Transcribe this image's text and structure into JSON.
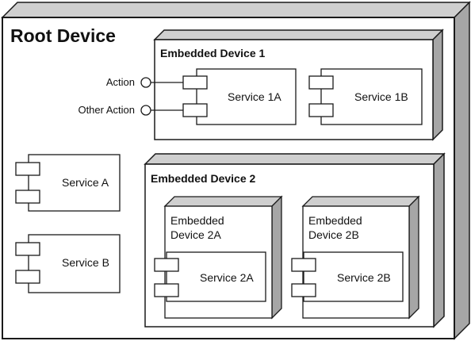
{
  "root_device": {
    "label": "Root Device"
  },
  "embedded_device_1": {
    "label": "Embedded Device 1",
    "services": {
      "service_1a": "Service 1A",
      "service_1b": "Service 1B"
    },
    "interfaces": {
      "action": "Action",
      "other_action": "Other Action"
    }
  },
  "root_services": {
    "service_a": "Service A",
    "service_b": "Service B"
  },
  "embedded_device_2": {
    "label": "Embedded Device 2",
    "device_2a": {
      "label_line1": "Embedded",
      "label_line2": "Device 2A",
      "service": "Service 2A"
    },
    "device_2b": {
      "label_line1": "Embedded",
      "label_line2": "Device 2B",
      "service": "Service 2B"
    }
  },
  "colors": {
    "outline": "#1a1a1a",
    "side_shade": "#a6a6a6",
    "top_shade": "#cfcfcf",
    "fill": "#ffffff"
  }
}
